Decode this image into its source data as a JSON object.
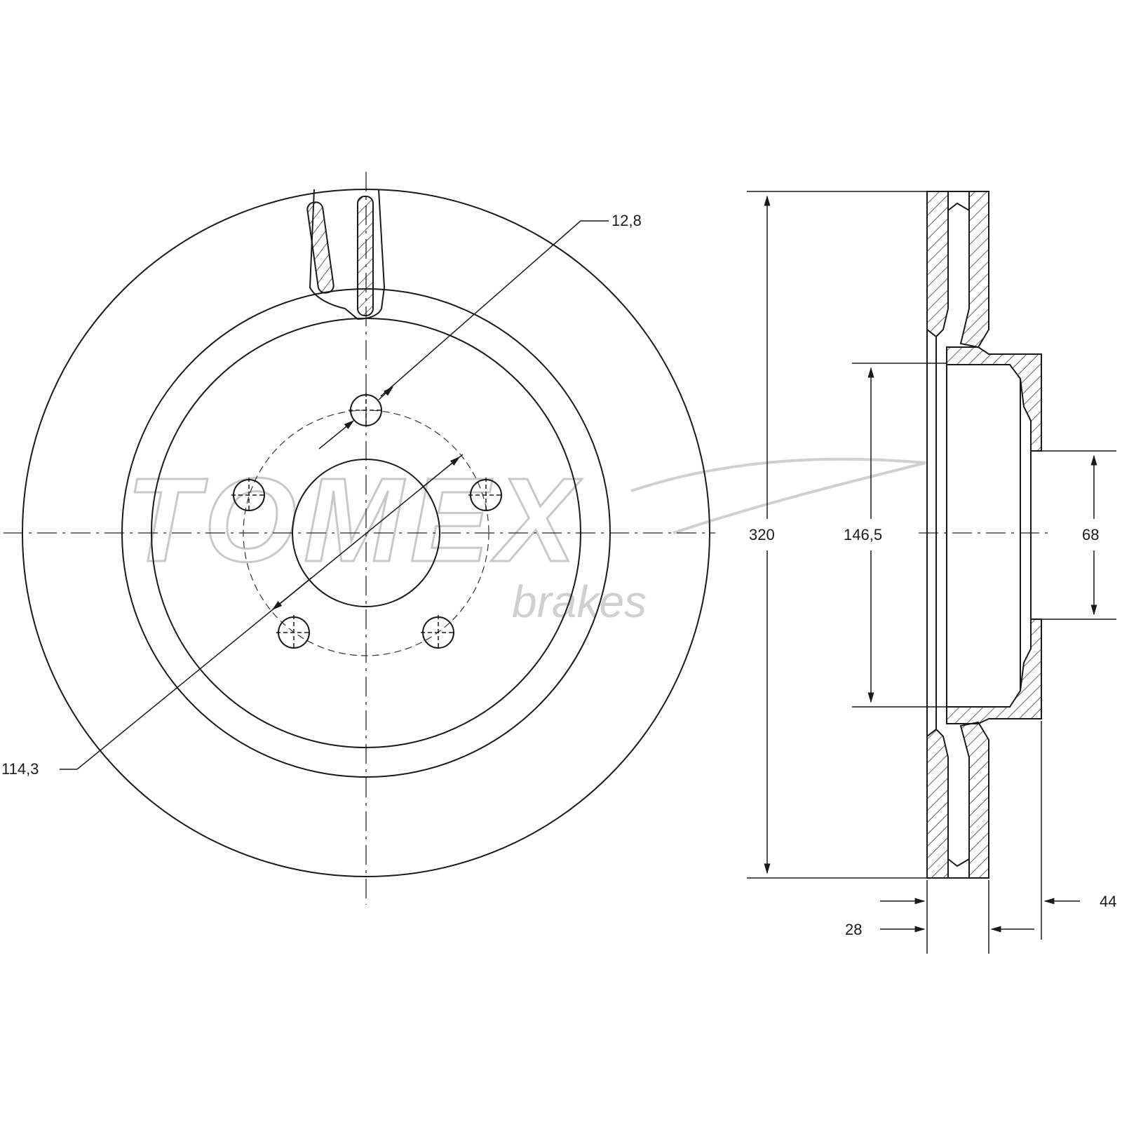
{
  "watermark": {
    "brand": "TOMEX",
    "sub": "brakes"
  },
  "dimensions": {
    "bolt_hole_diameter": "12,8",
    "pitch_circle_diameter": "114,3",
    "outer_diameter": "320",
    "hub_diameter": "146,5",
    "center_bore": "68",
    "thickness": "28",
    "offset_height": "44"
  },
  "colors": {
    "line": "#1a1a1a",
    "watermark": "#c8c8c8"
  }
}
